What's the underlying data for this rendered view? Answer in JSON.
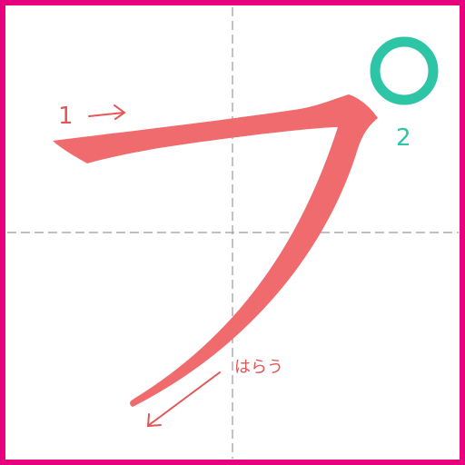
{
  "stroke_order": {
    "first_stroke_number": "1",
    "second_stroke_number": "2"
  },
  "annotation": {
    "harau_label": "はらう"
  },
  "colors": {
    "frame": "#e6007e",
    "brush_stroke": "#f06b6e",
    "stroke_marks": "#e35656",
    "handakuten": "#2ec4a6",
    "guide_lines": "#9a9a9a"
  },
  "icons": {
    "first_stroke_arrow": "arrow-right-icon",
    "harau_arrow": "arrow-down-left-icon"
  }
}
